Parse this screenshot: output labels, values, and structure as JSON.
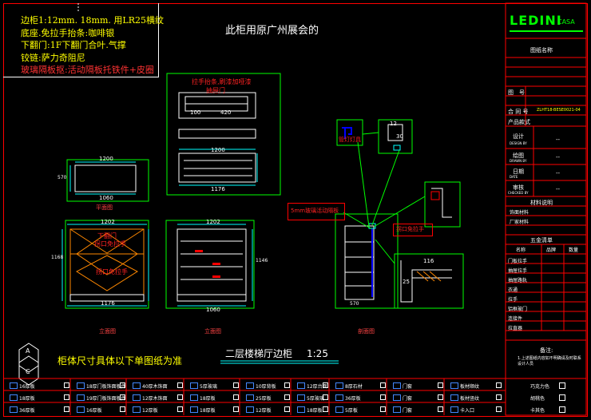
{
  "notes": {
    "lines": [
      "边柜1:12mm. 18mm. 用LR25横纹",
      "底座.免拉手抬条:咖啡银",
      "下翻门:1F下翻门合叶.气撑",
      "铰链:萨力奇阻尼",
      "玻璃隔板抠:活动隔板托铁件+皮圈"
    ]
  },
  "header_title": "此柜用原广州展会的",
  "drawing_title": "二层楼梯厅边柜",
  "drawing_scale": "1:25",
  "bottom_note": "柜体尺寸具体以下单图纸为准",
  "views": {
    "plan_label": "平面图",
    "front_label": "立面图",
    "front_label2": "立面图",
    "section_label": "剖面图"
  },
  "callouts": {
    "top_red": "拉手抬条,刷漆加哑漆",
    "top_red2": "抽屉门",
    "lamp": "管灯灯具",
    "glass": "5mm玻璃活动隔板",
    "handle_free": "拐口免拉手",
    "drop_door": "下翻门",
    "drop_door2": "拐口免拉手",
    "cross_note": "拐口免拉手"
  },
  "dims": {
    "d1200": "1200",
    "d1202": "1202",
    "d1176": "1176",
    "d1060": "1060",
    "d420": "420",
    "d100": "100",
    "d570": "570",
    "d1168": "1168",
    "d1146": "1146",
    "d116": "116",
    "d12": "12",
    "d30": "30",
    "d25": "25",
    "d570b": "570"
  },
  "title_block": {
    "logo": "LEDINI",
    "logo_sub": "CASA",
    "drawing_name_label": "图纸名称",
    "drawing_no_label": "图　号",
    "contract_label": "合 同 号",
    "contract_value": "ZLHT18-BESE0021-04",
    "product_label": "产品款式",
    "design_label": "设计",
    "design_sub": "DESIGN BY",
    "design_value": "--",
    "drawn_label": "绘图",
    "drawn_sub": "DRAWN BY",
    "drawn_value": "--",
    "date_label": "日期",
    "date_sub": "DATE",
    "date_value": "--",
    "audit_label": "审核",
    "audit_sub": "CHECKED BY",
    "audit_value": "--",
    "material_title": "材料说明",
    "mat_rows": [
      "饰面材料",
      "厂家材料"
    ],
    "hardware_title": "五金清单",
    "hw_headers": [
      "名称",
      "品牌",
      "数量"
    ],
    "hw_rows": [
      "门板拉手",
      "抽屉拉手",
      "抽屉路轨",
      "衣通",
      "拉手",
      "铝框玻门",
      "连接件",
      "拉直器"
    ],
    "remark_label": "备注:",
    "remark_text": "1.上述图纸内容如不明确请及时联系设计人员"
  },
  "legend": {
    "rows": [
      [
        "16厚板",
        "18厚门板饰面板件",
        "40厚木饰面",
        "5厚玻璃",
        "10厚背板",
        "12厚台面",
        "8厚石材",
        "门套",
        "板材顺纹"
      ],
      [
        "18厚板",
        "19厚门板饰面板件",
        "12厚木饰面",
        "18厚板",
        "25厚板",
        "5厚玻璃",
        "36厚板",
        "门套",
        "板材竖纹"
      ],
      [
        "36厚板",
        "16厚板",
        "12厚板",
        "18厚板",
        "12厚板",
        "18厚板",
        "5厚板",
        "门套",
        "卡入口"
      ]
    ],
    "right_options": [
      "巧克力色",
      "胡桃色",
      "卡其色"
    ]
  }
}
